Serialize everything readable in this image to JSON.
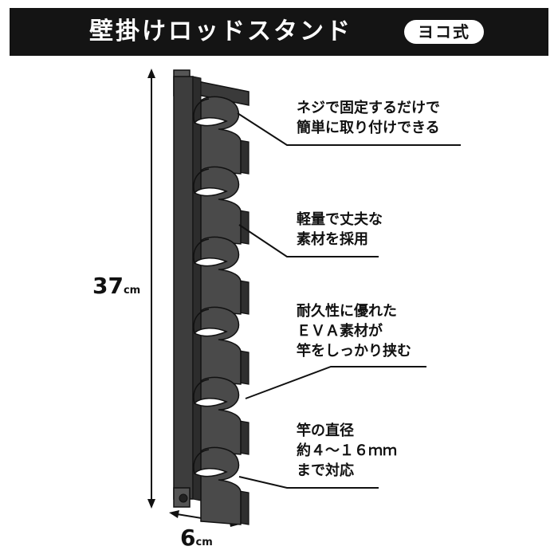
{
  "header": {
    "title": "壁掛けロッドスタンド",
    "badge": "ヨコ式",
    "background": "#141414"
  },
  "product": {
    "body_color": "#4a4a4a",
    "holder_count": 6
  },
  "callouts": [
    {
      "lines": [
        "ネジで固定するだけで",
        "簡単に取り付けできる"
      ]
    },
    {
      "lines": [
        "軽量で丈夫な",
        "素材を採用"
      ]
    },
    {
      "lines": [
        "耐久性に優れた",
        "ＥＶＡ素材が",
        "竿をしっかり挟む"
      ]
    },
    {
      "lines": [
        "竿の直径",
        "約４～１６ｍｍ",
        "まで対応"
      ]
    }
  ],
  "dimensions": {
    "height": {
      "value": "37",
      "unit": "cm"
    },
    "width": {
      "value": "6",
      "unit": "cm"
    }
  }
}
